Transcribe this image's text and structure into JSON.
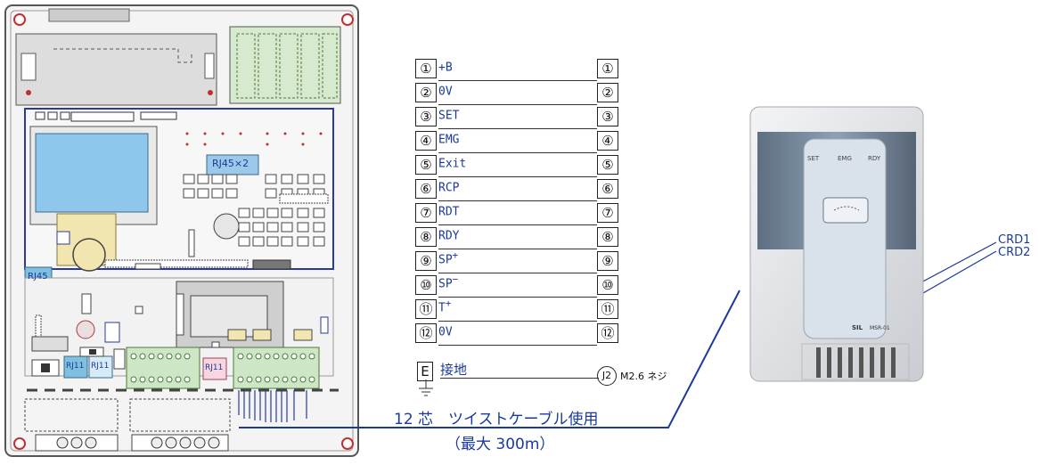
{
  "wiring": {
    "terminals": [
      {
        "num": "①",
        "label": "+B",
        "sup": ""
      },
      {
        "num": "②",
        "label": "0V",
        "sup": ""
      },
      {
        "num": "③",
        "label": "SET",
        "sup": ""
      },
      {
        "num": "④",
        "label": "EMG",
        "sup": ""
      },
      {
        "num": "⑤",
        "label": "Exit",
        "sup": ""
      },
      {
        "num": "⑥",
        "label": "RCP",
        "sup": ""
      },
      {
        "num": "⑦",
        "label": "RDT",
        "sup": ""
      },
      {
        "num": "⑧",
        "label": "RDY",
        "sup": ""
      },
      {
        "num": "⑨",
        "label": "SP",
        "sup": "+"
      },
      {
        "num": "⑩",
        "label": "SP",
        "sup": "−"
      },
      {
        "num": "⑪",
        "label": "T",
        "sup": "+"
      },
      {
        "num": "⑫",
        "label": "0V",
        "sup": ""
      }
    ],
    "ground_box": "E",
    "ground_label": "接地",
    "j2_label": "J2",
    "screw_label": "M2.6 ネジ",
    "cable_text": "12 芯　ツイストケーブル使用",
    "cable_sub": "（最大 300m）"
  },
  "panel": {
    "rj45_label": "RJ45×2",
    "rj45": "RJ45",
    "rj11_a": "RJ11",
    "rj11_b": "RJ11",
    "rj11_c": "RJ11"
  },
  "reader": {
    "crd1": "CRD1",
    "crd2": "CRD2",
    "led_set": "SET",
    "led_emg": "EMG",
    "led_rdy": "RDY",
    "brand": "SIL",
    "model": "MSR-01"
  },
  "colors": {
    "line": "#1a3a9c",
    "lcd": "#8ec6ec",
    "label": "#1a3a9c"
  }
}
